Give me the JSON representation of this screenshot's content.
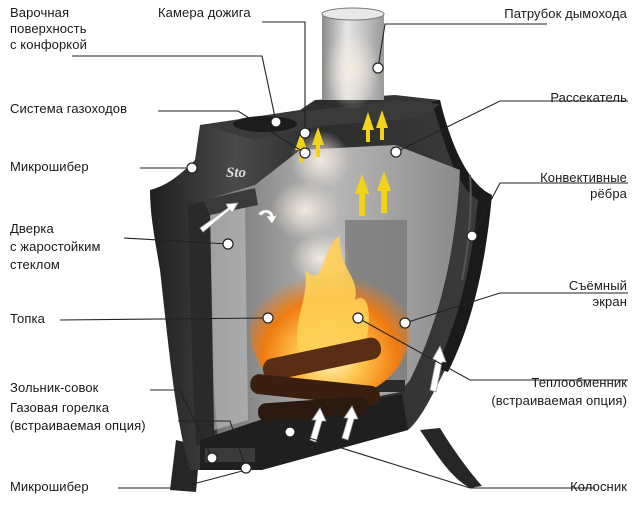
{
  "brand": "Sto",
  "labels": {
    "hob_surface": "Варочная\nповерхность\nс конфоркой",
    "afterburn_chamber": "Камера дожига",
    "flue_pipe": "Патрубок дымохода",
    "gas_duct_system": "Система газоходов",
    "diffuser": "Рассекатель",
    "micro_damper_top": "Микрошибер",
    "convective_fins": "Конвективные\nрёбра",
    "door_glass": "Дверка\nс жаростойким\nстеклом",
    "removable_screen": "Съёмный\nэкран",
    "firebox": "Топка",
    "ash_pan": "Зольник-совок",
    "heat_exchanger": "Теплообменник\n(встраиваемая опция)",
    "gas_burner": "Газовая горелка\n(встраиваемая опция)",
    "micro_damper_bottom": "Микрошибер",
    "grate": "Колосник"
  },
  "colors": {
    "steel_dark": "#2e2e2e",
    "steel_mid": "#5a5a5a",
    "interior": "#9a9a9a",
    "flame": "#f39a1e",
    "arrow_yellow": "#f2d21a",
    "leader": "#222222"
  }
}
